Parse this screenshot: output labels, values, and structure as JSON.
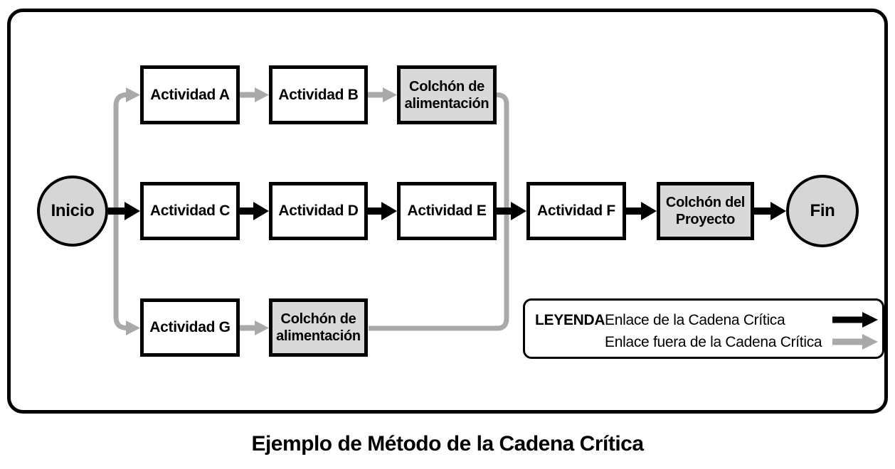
{
  "title": "Ejemplo de Método de la Cadena Crítica",
  "nodes": {
    "inicio": {
      "label": "Inicio",
      "shape": "circle"
    },
    "fin": {
      "label": "Fin",
      "shape": "circle"
    },
    "actividad_a": {
      "label": "Actividad A"
    },
    "actividad_b": {
      "label": "Actividad B"
    },
    "colchon_alimentacion_superior": {
      "label": "Colchón de alimentación"
    },
    "actividad_c": {
      "label": "Actividad C"
    },
    "actividad_d": {
      "label": "Actividad D"
    },
    "actividad_e": {
      "label": "Actividad E"
    },
    "actividad_f": {
      "label": "Actividad F"
    },
    "colchon_proyecto": {
      "label": "Colchón del Proyecto"
    },
    "actividad_g": {
      "label": "Actividad G"
    },
    "colchon_alimentacion_inferior": {
      "label": "Colchón de alimentación"
    }
  },
  "legend": {
    "title": "LEYENDA",
    "items": [
      {
        "label": "Enlace de la Cadena Crítica",
        "type": "critical"
      },
      {
        "label": "Enlace fuera de la Cadena Crítica",
        "type": "non_critical"
      }
    ]
  },
  "colors": {
    "critical_link": "#000000",
    "non_critical_link": "#a9a9a9",
    "gray_node_fill": "#d6d6d6",
    "buffer_fill": "#d9d9d9",
    "activity_fill": "#ffffff",
    "border": "#000000"
  }
}
